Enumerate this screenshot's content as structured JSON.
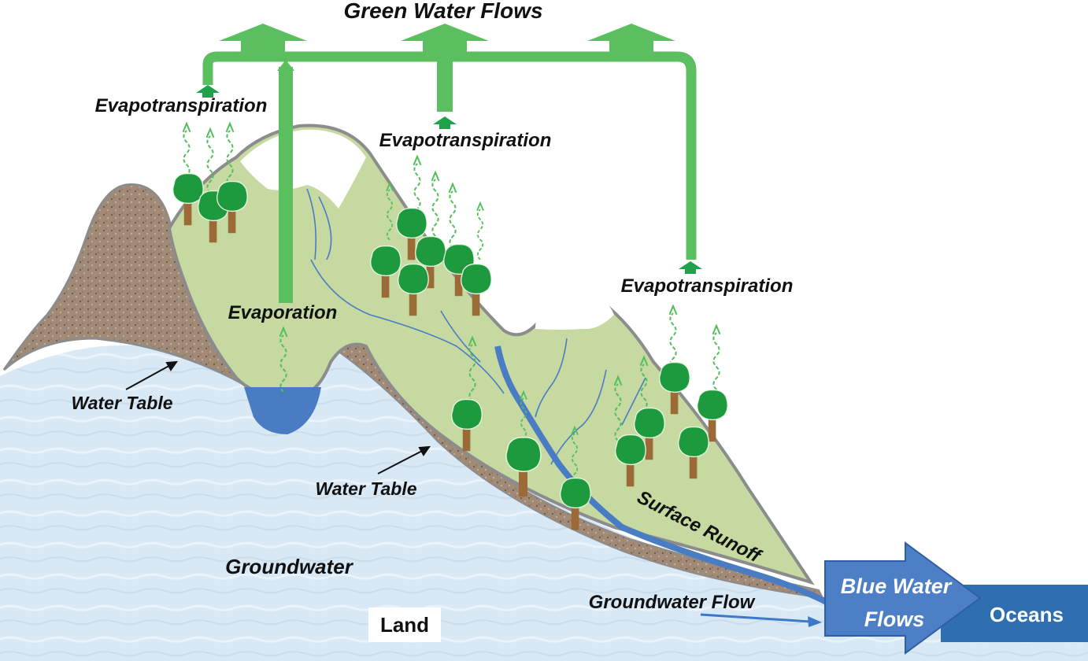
{
  "title": "Green Water Flows",
  "labels": {
    "evapotranspiration_left": "Evapotranspiration",
    "evapotranspiration_center": "Evapotranspiration",
    "evapotranspiration_right": "Evapotranspiration",
    "evaporation": "Evaporation",
    "water_table_upper": "Water Table",
    "water_table_lower": "Water Table",
    "surface_runoff": "Surface Runoff",
    "groundwater": "Groundwater",
    "groundwater_flow": "Groundwater Flow",
    "land": "Land",
    "blue_water_line1": "Blue Water",
    "blue_water_line2": "Flows",
    "oceans": "Oceans"
  },
  "colors": {
    "green_flow": "#5cbf5f",
    "hill_green": "#c5d9a0",
    "rock_brown": "#a08a76",
    "groundwater_blue": "#d6e7f3",
    "river_blue": "#4a7cc4",
    "blue_water_arrow": "#4d7fc7",
    "ocean": "#2f6fb0",
    "tree_canopy": "#1e9a3e",
    "tree_trunk": "#9b6a36",
    "hill_outline": "#8c8c8c"
  }
}
